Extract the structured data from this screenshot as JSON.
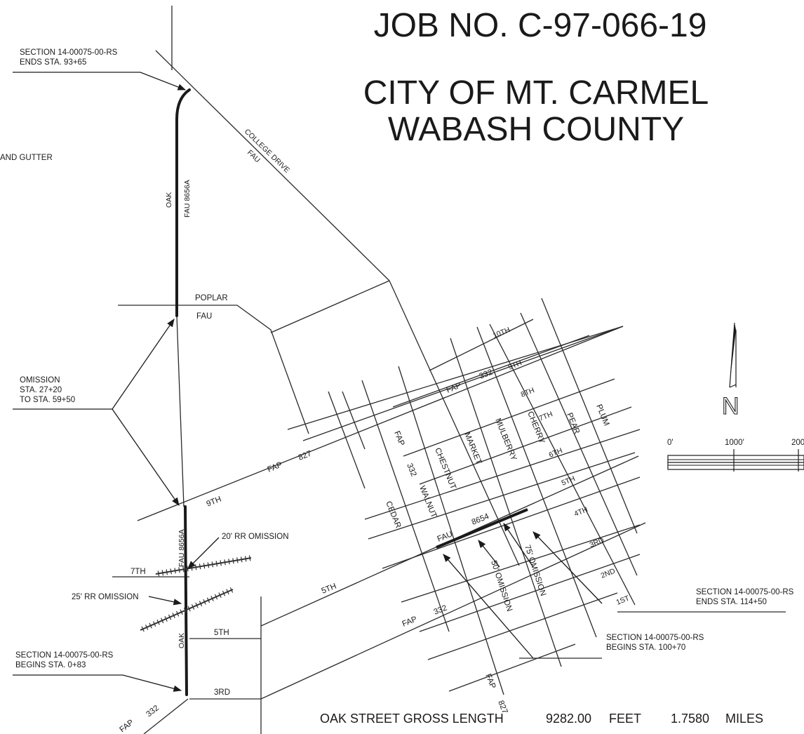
{
  "header": {
    "job_no": "JOB NO. C-97-066-19",
    "city": "CITY OF MT. CARMEL",
    "county": "WABASH COUNTY"
  },
  "left_edge_note": "AND GUTTER",
  "streets": {
    "college_drive": "COLLEGE DRIVE",
    "college_fau": "FAU",
    "oak_top": "OAK",
    "oak_top_route": "FAU 8656A",
    "poplar": "POPLAR",
    "poplar_fau": "FAU",
    "ninth_west": "9TH",
    "fap_827_route": "FAP",
    "fap_827_num": "827",
    "oak_mid_route": "FAU 8656A",
    "seventh_west": "7TH",
    "fifth_west": "5TH",
    "third_west": "3RD",
    "oak_bottom": "OAK",
    "fifth_diag": "5TH",
    "fap_332_bottom_route": "FAP",
    "fap_332_bottom_num": "332",
    "fap_332_mid_route": "FAP",
    "fap_332_mid_num": "332",
    "fap_332_lower_route": "FAP",
    "fap_332_lower_num": "332",
    "fap_vertical_route": "FAP",
    "fap_vertical_num": "332",
    "cedar": "CEDAR",
    "walnut": "WALNUT",
    "chestnut": "CHESTNUT",
    "market": "MARKET",
    "mulberry": "MULBERRY",
    "cherry": "CHERRY",
    "pear": "PEAR",
    "plum": "PLUM",
    "tenth": "10TH",
    "ninth": "9TH",
    "eighth": "8TH",
    "seventh": "7TH",
    "sixth": "6TH",
    "fifth": "5TH",
    "fourth": "4TH",
    "third": "3RD",
    "second": "2ND",
    "first": "1ST",
    "fau_8654_route": "FAU",
    "fau_8654_num": "8654",
    "fap_827_bottom_route": "FAP",
    "fap_827_bottom_num": "827"
  },
  "annotations": {
    "ends_top_line1": "SECTION 14-00075-00-RS",
    "ends_top_line2": "ENDS STA. 93+65",
    "omission_line1": "OMISSION",
    "omission_line2": "STA. 27+20",
    "omission_line3": "TO STA. 59+50",
    "rr20": "20' RR OMISSION",
    "rr25": "25' RR OMISSION",
    "begins_bottom_line1": "SECTION 14-00075-00-RS",
    "begins_bottom_line2": "BEGINS STA. 0+83",
    "ends_right_line1": "SECTION 14-00075-00-RS",
    "ends_right_line2": "ENDS STA. 114+50",
    "begins_right_line1": "SECTION 14-00075-00-RS",
    "begins_right_line2": "BEGINS STA. 100+70",
    "omission_50": "50' OMISSION",
    "omission_75": "75' OMISSION"
  },
  "scale_bar": {
    "zero": "0'",
    "mid": "1000'",
    "end": "200"
  },
  "north_arrow": {
    "letter": "N",
    "icon": "north-arrow-icon"
  },
  "summary": {
    "label": "OAK STREET GROSS LENGTH",
    "feet_value": "9282.00",
    "feet_unit": "FEET",
    "miles_value": "1.7580",
    "miles_unit": "MILES"
  }
}
